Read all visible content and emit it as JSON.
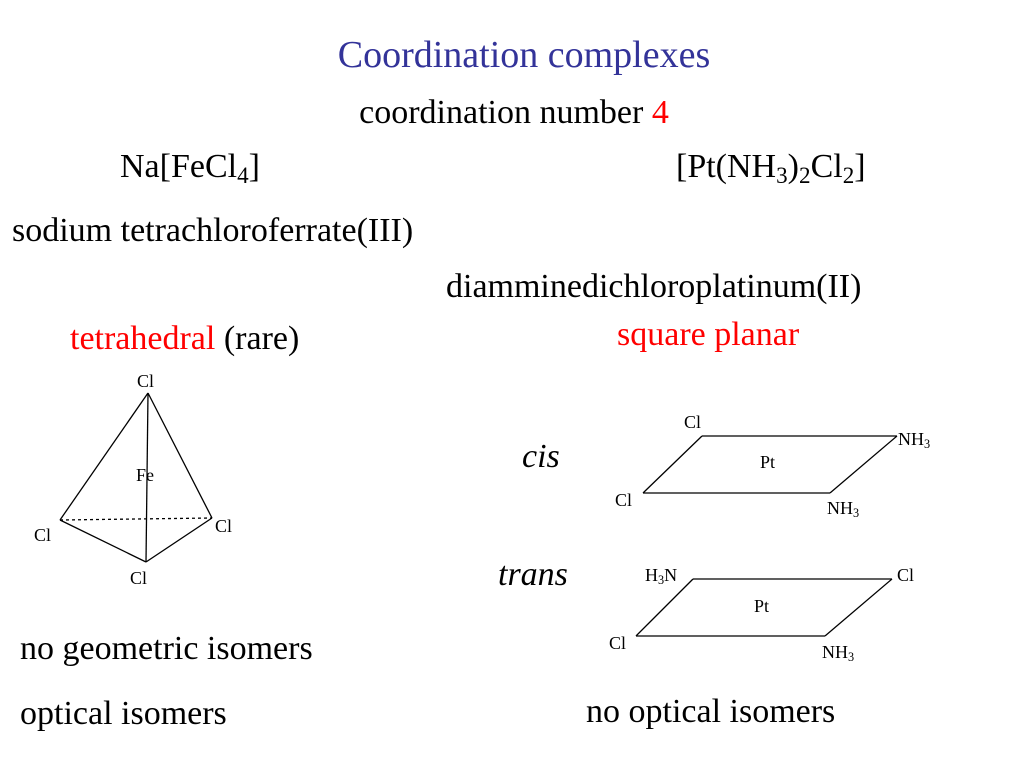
{
  "title": "Coordination complexes",
  "subtitle": {
    "text": "coordination number",
    "number": "4"
  },
  "left": {
    "formula": {
      "a": "Na[FeCl",
      "sub1": "4",
      "b": "]"
    },
    "name": "sodium tetrachloroferrate(III)",
    "geometry": "tetrahedral",
    "note": "(rare)",
    "diagram": {
      "center": "Fe",
      "top": "Cl",
      "left": "Cl",
      "right": "Cl",
      "bottom": "Cl"
    },
    "isomers1": "no geometric isomers",
    "isomers2": "optical isomers"
  },
  "right": {
    "formula": {
      "a": "[Pt(NH",
      "sub1": "3",
      "b": ")",
      "sub2": "2",
      "c": "Cl",
      "sub3": "2",
      "d": "]"
    },
    "name": "diamminedichloroplatinum(II)",
    "geometry": "square planar",
    "cis": {
      "label": "cis",
      "center": "Pt",
      "top_left": "Cl",
      "bottom_left": "Cl",
      "top_right": {
        "a": "NH",
        "sub": "3"
      },
      "bottom_right": {
        "a": "NH",
        "sub": "3"
      }
    },
    "trans": {
      "label": "trans",
      "center": "Pt",
      "top_left": {
        "a": "H",
        "sub": "3",
        "b": "N"
      },
      "bottom_left": "Cl",
      "top_right": "Cl",
      "bottom_right": {
        "a": "NH",
        "sub": "3"
      }
    },
    "isomers": "no optical isomers"
  }
}
